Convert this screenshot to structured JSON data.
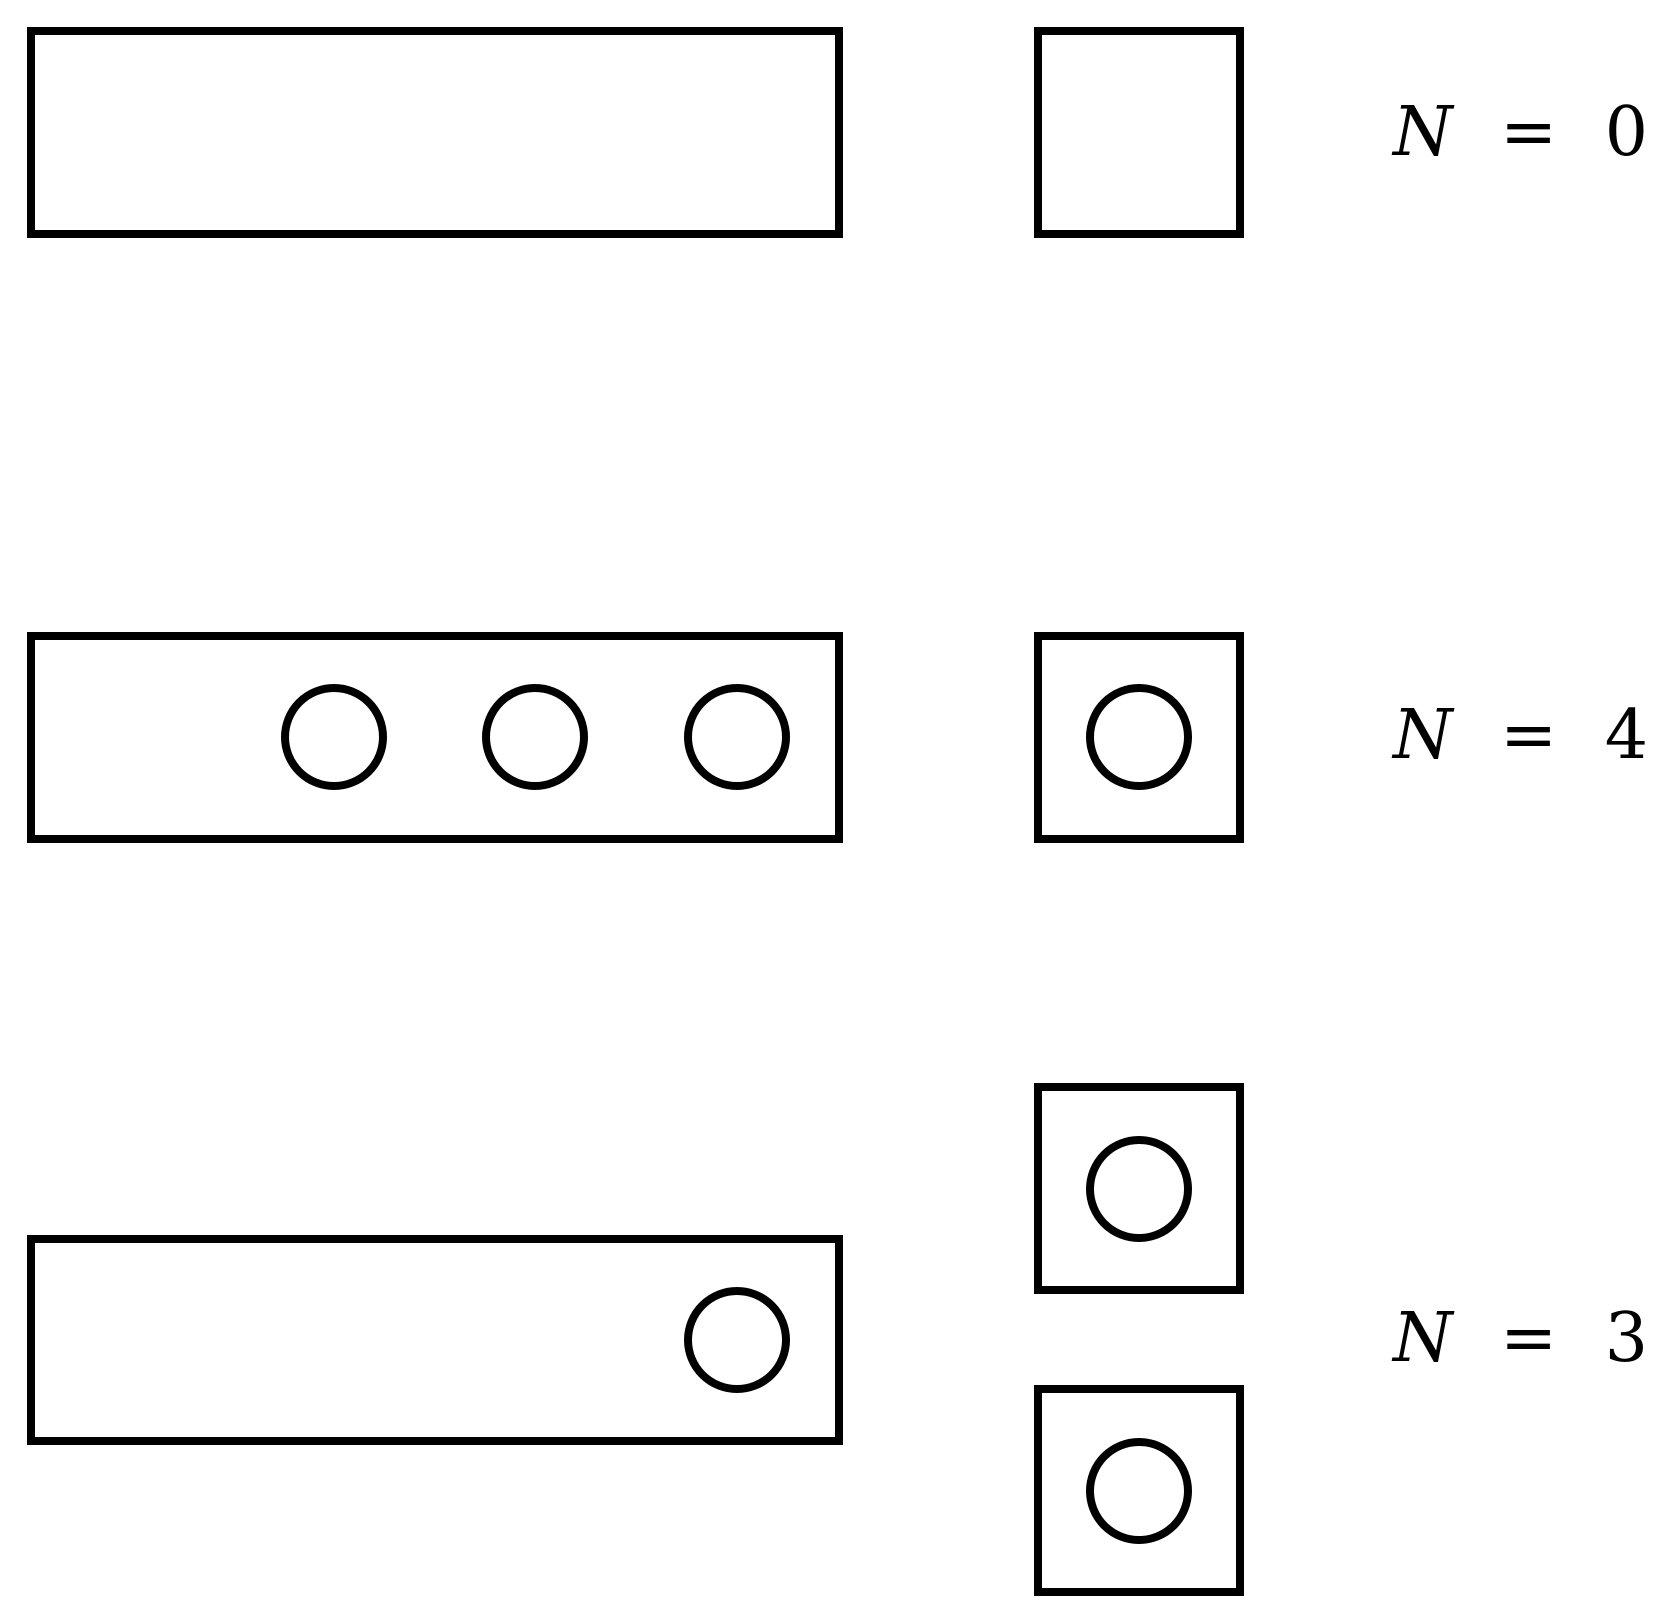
{
  "rows": [
    {
      "label": {
        "symbol": "N",
        "operator": "=",
        "value": "0"
      },
      "long_box_balls": 0,
      "small_boxes": [
        {
          "balls": 0
        }
      ]
    },
    {
      "label": {
        "symbol": "N",
        "operator": "=",
        "value": "4"
      },
      "long_box_balls": 3,
      "small_boxes": [
        {
          "balls": 1
        }
      ]
    },
    {
      "label": {
        "symbol": "N",
        "operator": "=",
        "value": "3"
      },
      "long_box_balls": 1,
      "small_boxes": [
        {
          "balls": 1
        },
        {
          "balls": 1
        }
      ]
    }
  ]
}
